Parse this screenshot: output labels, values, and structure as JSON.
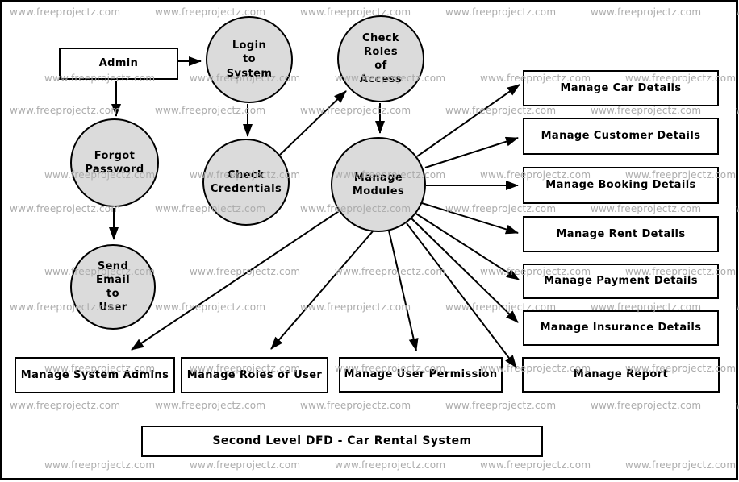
{
  "watermark": {
    "text": "www.freeprojectz.com"
  },
  "title": {
    "label": "Second Level DFD - Car Rental System"
  },
  "colors": {
    "background": "#ffffff",
    "stroke": "#000000",
    "process_fill": "#dbdbdb",
    "entity_fill": "#ffffff",
    "watermark_text": "#ababab"
  },
  "diagram": {
    "nodes": [
      {
        "id": "admin",
        "kind": "external-entity",
        "label": "Admin"
      },
      {
        "id": "login",
        "kind": "process",
        "label": "Login to System",
        "lines": [
          "Login",
          "to",
          "System"
        ]
      },
      {
        "id": "check-roles",
        "kind": "process",
        "label": "Check Roles of Access",
        "lines": [
          "Check",
          "Roles",
          "of",
          "Access"
        ]
      },
      {
        "id": "forgot-password",
        "kind": "process",
        "label": "Forgot Password",
        "lines": [
          "Forgot",
          "Password"
        ]
      },
      {
        "id": "check-credentials",
        "kind": "process",
        "label": "Check Credentials",
        "lines": [
          "Check",
          "Credentials"
        ]
      },
      {
        "id": "manage-modules",
        "kind": "process",
        "label": "Manage Modules",
        "lines": [
          "Manage",
          "Modules"
        ]
      },
      {
        "id": "send-email",
        "kind": "process",
        "label": "Send Email to User",
        "lines": [
          "Send",
          "Email",
          "to",
          "User"
        ]
      },
      {
        "id": "manage-car",
        "kind": "data-store",
        "label": "Manage Car Details"
      },
      {
        "id": "manage-customer",
        "kind": "data-store",
        "label": "Manage Customer Details"
      },
      {
        "id": "manage-booking",
        "kind": "data-store",
        "label": "Manage Booking Details"
      },
      {
        "id": "manage-rent",
        "kind": "data-store",
        "label": "Manage Rent Details"
      },
      {
        "id": "manage-payment",
        "kind": "data-store",
        "label": "Manage Payment Details"
      },
      {
        "id": "manage-insurance",
        "kind": "data-store",
        "label": "Manage Insurance Details"
      },
      {
        "id": "manage-report",
        "kind": "data-store",
        "label": "Manage Report"
      },
      {
        "id": "manage-system-admins",
        "kind": "data-store",
        "label": "Manage System Admins"
      },
      {
        "id": "manage-roles-of-user",
        "kind": "data-store",
        "label": "Manage Roles of User"
      },
      {
        "id": "manage-user-permission",
        "kind": "data-store",
        "label": "Manage User Permission"
      }
    ],
    "edges": [
      {
        "from": "admin",
        "to": "login"
      },
      {
        "from": "admin",
        "to": "forgot-password"
      },
      {
        "from": "login",
        "to": "check-credentials"
      },
      {
        "from": "check-credentials",
        "to": "check-roles"
      },
      {
        "from": "check-roles",
        "to": "manage-modules"
      },
      {
        "from": "forgot-password",
        "to": "send-email"
      },
      {
        "from": "manage-modules",
        "to": "manage-car"
      },
      {
        "from": "manage-modules",
        "to": "manage-customer"
      },
      {
        "from": "manage-modules",
        "to": "manage-booking"
      },
      {
        "from": "manage-modules",
        "to": "manage-rent"
      },
      {
        "from": "manage-modules",
        "to": "manage-payment"
      },
      {
        "from": "manage-modules",
        "to": "manage-insurance"
      },
      {
        "from": "manage-modules",
        "to": "manage-report"
      },
      {
        "from": "manage-modules",
        "to": "manage-user-permission"
      },
      {
        "from": "manage-modules",
        "to": "manage-roles-of-user"
      },
      {
        "from": "manage-modules",
        "to": "manage-system-admins"
      }
    ]
  }
}
